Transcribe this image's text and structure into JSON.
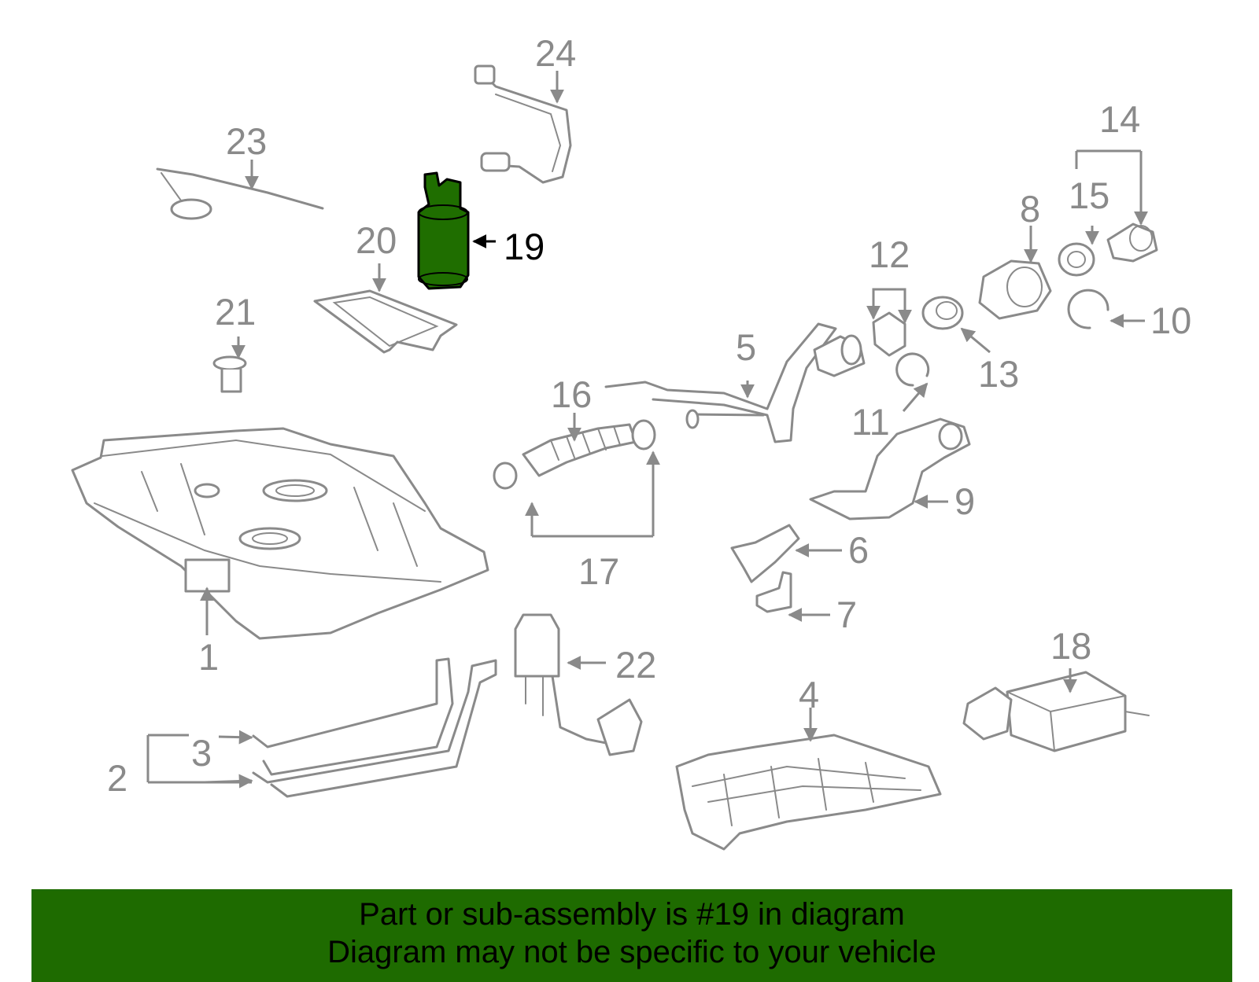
{
  "diagram": {
    "highlighted_part": "19",
    "colors": {
      "part_line": "#8a8a8a",
      "highlight_fill": "#1f6e00",
      "banner_bg": "#1e6b00",
      "text": "#000000"
    },
    "callouts": {
      "c1": "1",
      "c2": "2",
      "c3": "3",
      "c4": "4",
      "c5": "5",
      "c6": "6",
      "c7": "7",
      "c8": "8",
      "c9": "9",
      "c10": "10",
      "c11": "11",
      "c12": "12",
      "c13": "13",
      "c14": "14",
      "c15": "15",
      "c16": "16",
      "c17": "17",
      "c18": "18",
      "c19": "19",
      "c20": "20",
      "c21": "21",
      "c22": "22",
      "c23": "23",
      "c24": "24"
    }
  },
  "banner": {
    "line1": "Part or sub-assembly is #19 in diagram",
    "line2": "Diagram may not be specific to your vehicle"
  }
}
